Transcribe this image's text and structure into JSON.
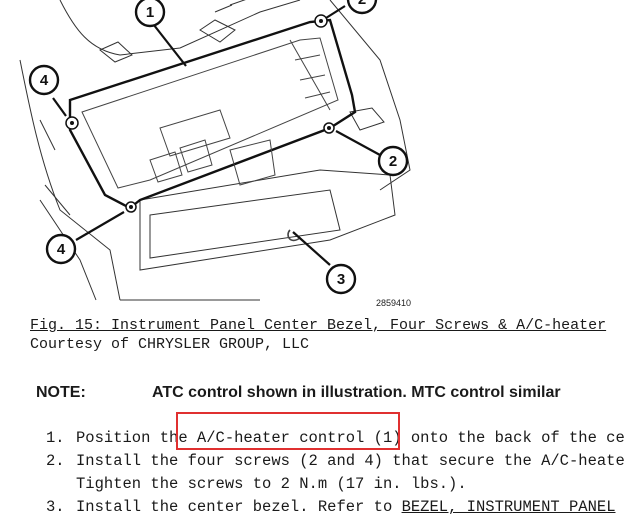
{
  "figure": {
    "callouts": [
      "1",
      "2",
      "2",
      "3",
      "4",
      "4"
    ],
    "figure_id": "2859410"
  },
  "caption": {
    "title": "Fig. 15: Instrument Panel Center Bezel, Four Screws & A/C-heater",
    "credit": "Courtesy of CHRYSLER GROUP, LLC"
  },
  "note": {
    "label": "NOTE:",
    "text": "ATC control shown in illustration. MTC control similar"
  },
  "steps": [
    {
      "num": "1.",
      "text": "Position the A/C-heater control (1) onto the back of the ce"
    },
    {
      "num": "2.",
      "text": "Install the four screws (2 and 4) that secure the A/C-heate"
    },
    {
      "num": "",
      "text": "Tighten the screws to 2 N.m (17 in. lbs.)."
    },
    {
      "num": "3.",
      "text": "Install the center bezel. Refer to ",
      "link": "BEZEL, INSTRUMENT PANEL"
    }
  ],
  "colors": {
    "highlight": "#e03030"
  }
}
